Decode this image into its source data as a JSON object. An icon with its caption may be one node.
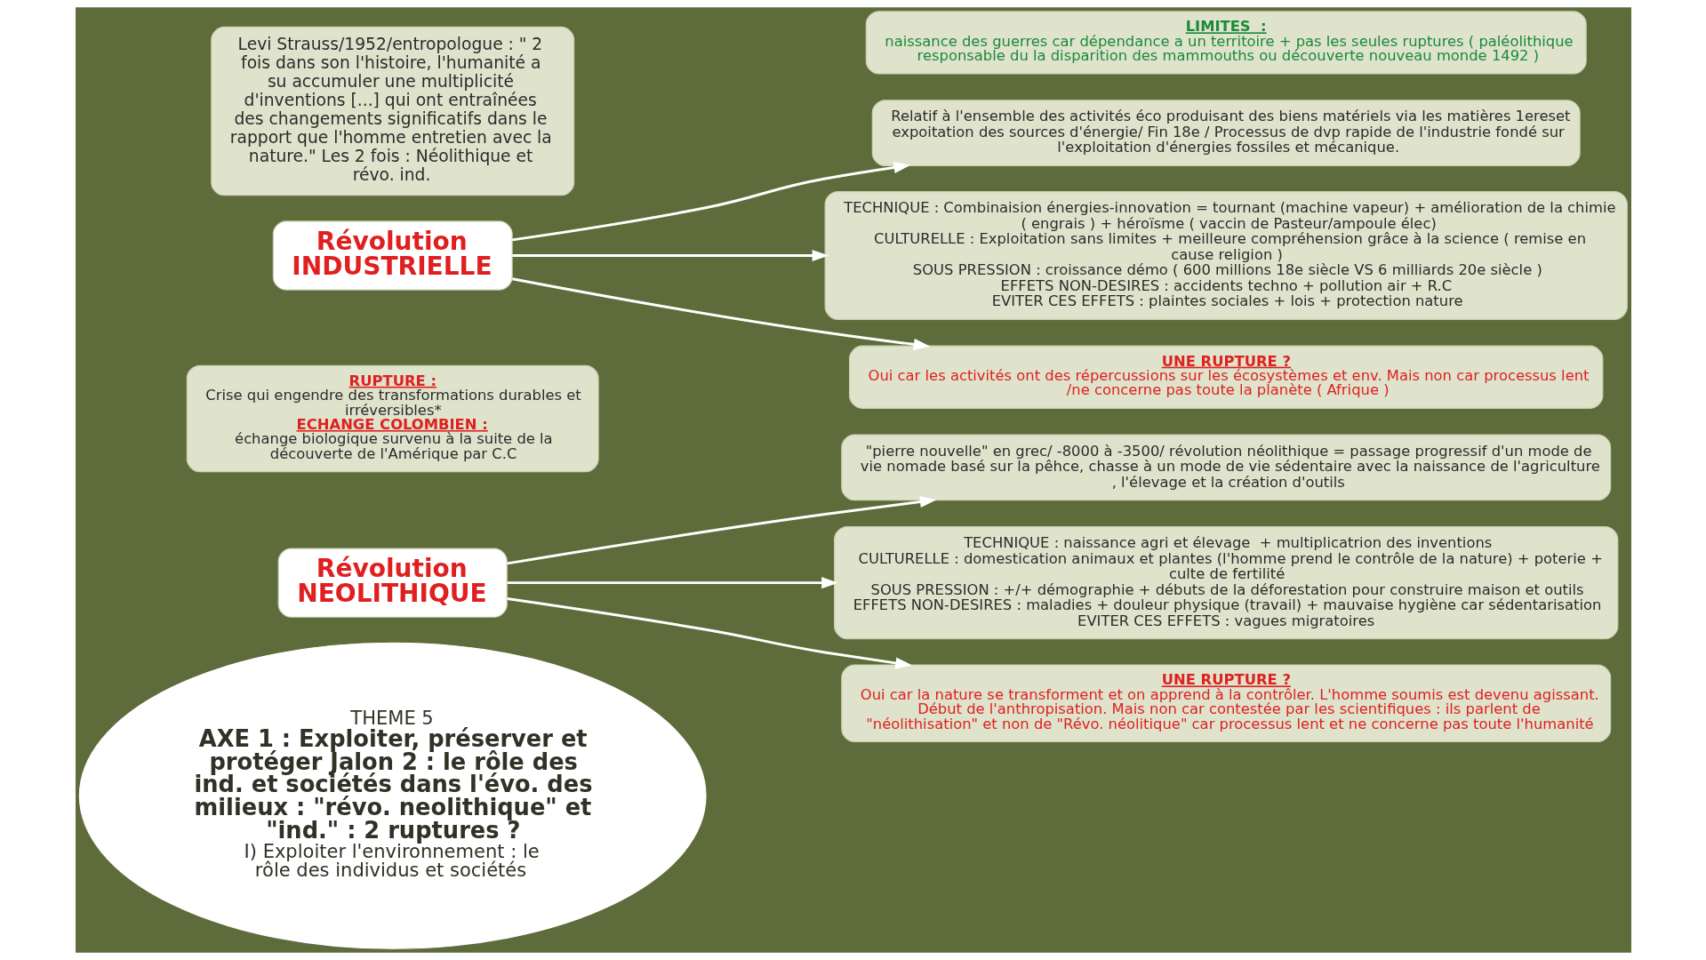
{
  "diagram": {
    "nodes": [
      {
        "text": [
          "THEME 5",
          "AXE 1 : Exploiter, préserver et protéger Jalon 2 : le rôle des ind. et sociétés dans l'évo. des milieux : \"révo. neolithique\" et \"ind.\" : 2 ruptures ?",
          "I) Exploiter l'environnement : le rôle des individus et sociétés"
        ]
      },
      {
        "text": [
          "Révolution NEOLITHIQUE"
        ]
      },
      {
        "text": [
          "\"pierre nouvelle\" en grec/ -8000 à -3500/ révolution néolithique = passage progressif d'un mode de vie nomade basé sur la pêhce, chasse à un mode de vie sédentaire avec la naissance de l'agriculture , l'élevage et la création d'outils"
        ]
      },
      {
        "text": [
          "TECHNIQUE : naissance agri et élevage  + multiplicatrion des inventions",
          "CULTURELLE : domestication animaux et plantes (l'homme prend le contrôle de la nature) + poterie + culte de fertilité",
          "SOUS PRESSION : +/+ démographie + débuts de la déforestation pour construire maison et outils",
          "EFFETS NON-DESIRES : maladies + douleur physique (travail) + mauvaise hygiène car sédentarisation",
          "EVITER CES EFFETS : vagues migratoires"
        ]
      },
      {
        "text": [
          "UNE RUPTURE ?",
          "Oui car la nature se transforment et on apprend à la contrôler. L'homme soumis est devenu agissant. Début de l'anthropisation. Mais non car contestée par les scientifiques : ils parlent de \"néolithisation\" et non de \"Révo. néolitique\" car processus lent et ne concerne pas toute l'humanité"
        ]
      },
      {
        "text": [
          "RUPTURE :",
          "Crise qui engendre des transformations durables et irréversibles*",
          "ECHANGE COLOMBIEN :",
          "échange biologique survenu à la suite de la découverte de l'Amérique par C.C"
        ]
      },
      {
        "text": [
          "Révolution INDUSTRIELLE"
        ]
      },
      {
        "text": [
          "Relatif à l'ensemble des activités éco produisant des biens matériels via les matières 1ereset expoitation des sources d'énergie/ Fin 18e / Processus de dvp rapide de l'industrie fondé sur l'exploitation d'énergies fossiles et mécanique."
        ]
      },
      {
        "text": [
          "TECHNIQUE : Combinaision énergies-innovation = tournant (machine vapeur) + amélioration de la chimie ( engrais ) + héroïsme ( vaccin de Pasteur/ampoule élec)",
          "CULTURELLE : Exploitation sans limites + meilleure compréhension grâce à la science ( remise en cause religion )",
          "SOUS PRESSION : croissance démo ( 600 millions 18e siècle VS 6 milliards 20e siècle )",
          "EFFETS NON-DESIRES : accidents techno + pollution air + R.C",
          "EVITER CES EFFETS : plaintes sociales + lois + protection nature"
        ]
      },
      {
        "text": [
          "UNE RUPTURE ?",
          "Oui car les activités ont des répercussions sur les écosystèmes et env. Mais non car processus lent /ne concerne pas toute la planète ( Afrique )"
        ]
      },
      {
        "text": [
          "Levi Strauss/1952/entropologue : \" 2 fois dans son l'histoire, l'humanité a su accumuler une multiplicité d'inventions [...] qui ont entraînées des changements significatifs dans le rapport que l'homme entretien avec la nature.\" Les 2 fois : Néolithique et révo. ind."
        ]
      },
      {
        "text": [
          "LIMITES  :",
          "naissance des guerres car dépendance a un territoire + pas les seules ruptures ( paléolithique responsable du la disparition des mammouths ou découverte nouveau monde 1492 )"
        ]
      }
    ],
    "edges": [
      {
        "from": 1,
        "to": 2,
        "arrow": "to"
      },
      {
        "from": 1,
        "to": 3,
        "arrow": "to"
      },
      {
        "from": 1,
        "to": 4,
        "arrow": "to"
      },
      {
        "from": 6,
        "to": 7,
        "arrow": "to"
      },
      {
        "from": 6,
        "to": 8,
        "arrow": "to"
      },
      {
        "from": 6,
        "to": 9,
        "arrow": "to"
      }
    ]
  }
}
